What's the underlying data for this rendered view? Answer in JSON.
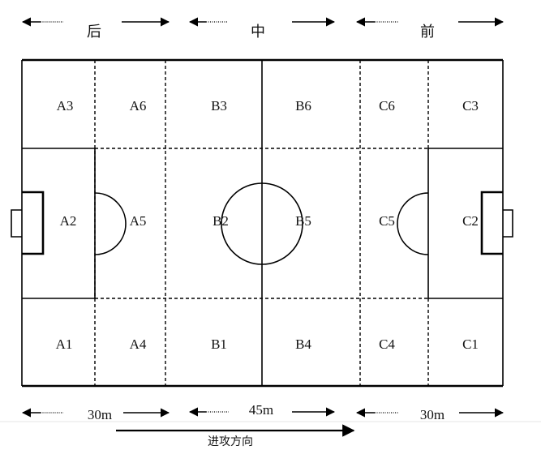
{
  "header": {
    "back": "后",
    "middle": "中",
    "front": "前"
  },
  "zones": {
    "A1": "A1",
    "A2": "A2",
    "A3": "A3",
    "A4": "A4",
    "A5": "A5",
    "A6": "A6",
    "B1": "B1",
    "B2": "B2",
    "B3": "B3",
    "B4": "B4",
    "B5": "B5",
    "B6": "B6",
    "C1": "C1",
    "C2": "C2",
    "C3": "C3",
    "C4": "C4",
    "C5": "C5",
    "C6": "C6"
  },
  "distances": {
    "left": "30m",
    "middle": "45m",
    "right": "30m"
  },
  "direction": {
    "label": "进攻方向"
  }
}
